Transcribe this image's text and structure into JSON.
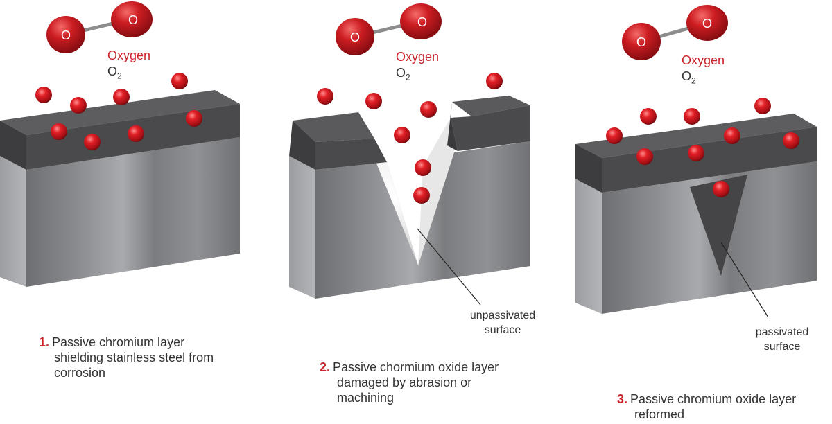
{
  "colors": {
    "accent_red": "#c8242b",
    "oxide_layer": "#4a4a4c",
    "steel": "#8a8b8e",
    "text": "#333333"
  },
  "atom_symbol": "O",
  "panels": [
    {
      "oxygen_label": "Oxygen",
      "formula": "O",
      "formula_sub": "2",
      "caption_number": "1.",
      "caption_lines": [
        "Passive chromium layer",
        "shielding stainless steel from",
        "corrosion"
      ]
    },
    {
      "oxygen_label": "Oxygen",
      "formula": "O",
      "formula_sub": "2",
      "callout_lines": [
        "unpassivated",
        "surface"
      ],
      "caption_number": "2.",
      "caption_lines": [
        "Passive chormium oxide layer",
        "damaged by abrasion or",
        "machining"
      ]
    },
    {
      "oxygen_label": "Oxygen",
      "formula": "O",
      "formula_sub": "2",
      "callout_lines": [
        "passivated",
        "surface"
      ],
      "caption_number": "3.",
      "caption_lines": [
        "Passive chromium oxide layer",
        "reformed"
      ]
    }
  ]
}
